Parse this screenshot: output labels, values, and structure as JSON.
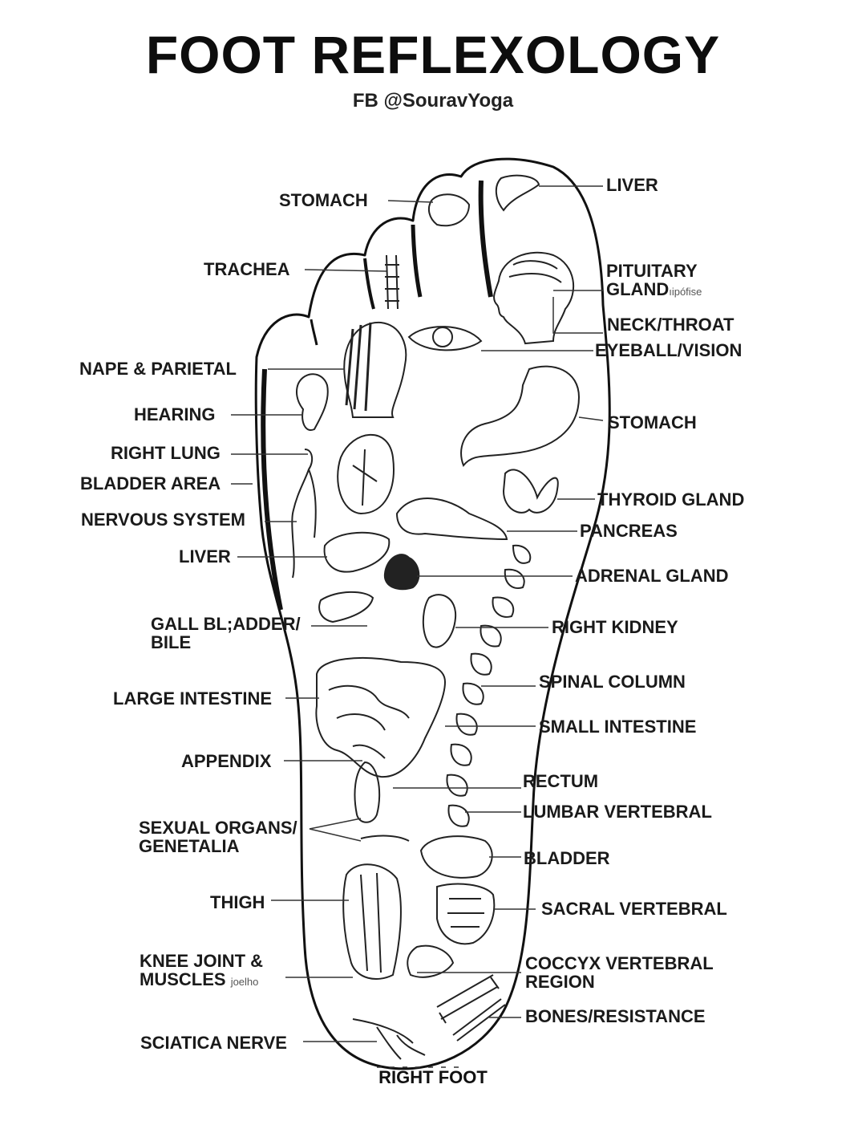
{
  "title": "FOOT REFLEXOLOGY",
  "subtitle": "FB @SouravYoga",
  "caption": "RIGHT FOOT",
  "left_labels": {
    "stomach": "STOMACH",
    "trachea": "TRACHEA",
    "nape": "NAPE & PARIETAL",
    "hearing": "HEARING",
    "right_lung": "RIGHT LUNG",
    "bladder_area": "BLADDER AREA",
    "nervous_system": "NERVOUS SYSTEM",
    "liver": "LIVER",
    "gall_bladder_1": "GALL BL;ADDER/",
    "gall_bladder_2": "BILE",
    "large_intestine": "LARGE INTESTINE",
    "appendix": "APPENDIX",
    "sexual_organs_1": "SEXUAL ORGANS/",
    "sexual_organs_2": "GENETALIA",
    "thigh": "THIGH",
    "knee_1": "KNEE JOINT &",
    "knee_2": "MUSCLES",
    "knee_note": "joelho",
    "sciatica": "SCIATICA NERVE"
  },
  "right_labels": {
    "liver": "LIVER",
    "pituitary_1": "PITUITARY",
    "pituitary_2": "GLAND",
    "pituitary_note": "ıipófise",
    "neck": "NECK/THROAT",
    "eyeball": "EYEBALL/VISION",
    "stomach": "STOMACH",
    "thyroid": "THYROID GLAND",
    "pancreas": "PANCREAS",
    "adrenal": "ADRENAL GLAND",
    "right_kidney": "RIGHT KIDNEY",
    "spinal": "SPINAL COLUMN",
    "small_intestine": "SMALL INTESTINE",
    "rectum": "RECTUM",
    "lumbar": "LUMBAR VERTEBRAL",
    "bladder": "BLADDER",
    "sacral": "SACRAL VERTEBRAL",
    "coccyx_1": "COCCYX VERTEBRAL",
    "coccyx_2": "REGION",
    "bones": "BONES/RESISTANCE"
  }
}
